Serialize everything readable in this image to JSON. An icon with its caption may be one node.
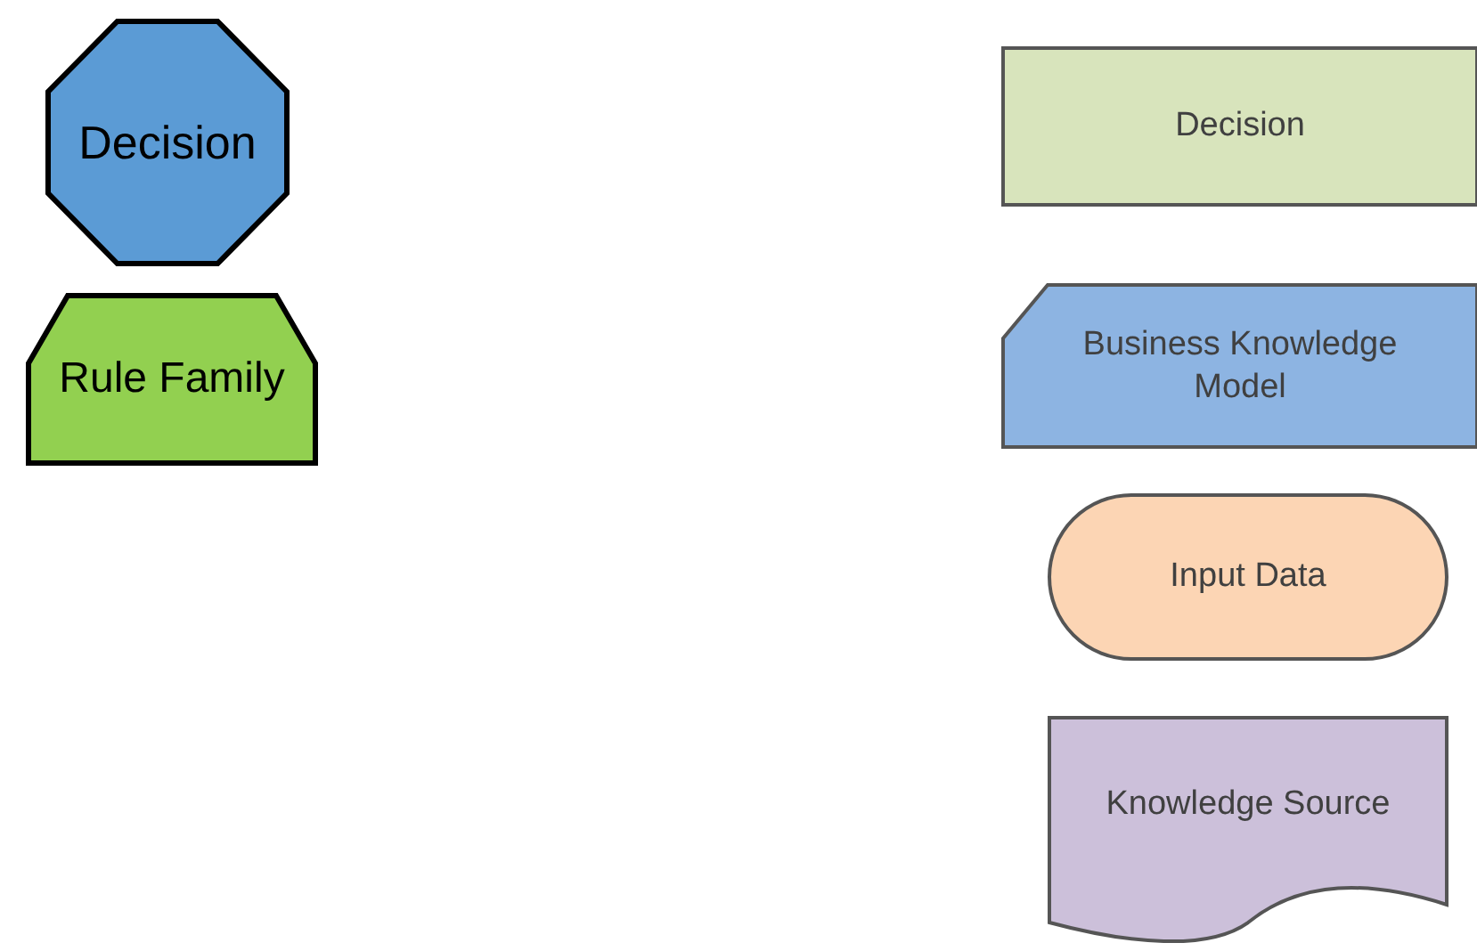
{
  "diagram": {
    "nodes": [
      {
        "text": [
          "Decision"
        ]
      },
      {
        "text": [
          "Rule Family"
        ]
      },
      {
        "text": [
          "Decision"
        ]
      },
      {
        "text": [
          "Business Knowledge Model"
        ]
      },
      {
        "text": [
          "Input Data"
        ]
      },
      {
        "text": [
          "Knowledge Source"
        ]
      }
    ]
  }
}
